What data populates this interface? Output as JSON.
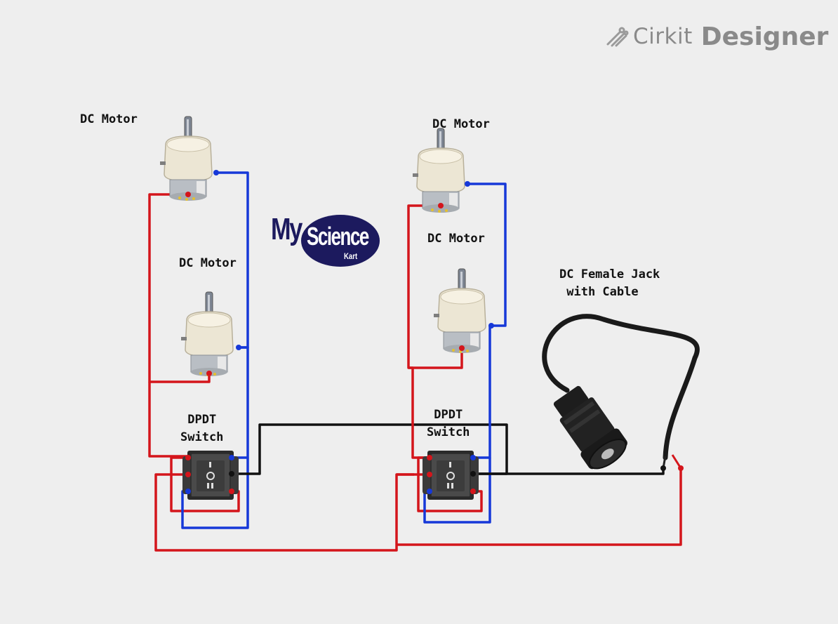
{
  "brand": {
    "name_light": "Cirkit",
    "name_bold": "Designer",
    "icon": "cirkit-logo-icon"
  },
  "logo": {
    "my": "My",
    "science": "Science",
    "kart": "Kart"
  },
  "labels": {
    "motor_top_left": "DC Motor",
    "motor_mid_left": "DC Motor",
    "motor_top_right": "DC Motor",
    "motor_mid_right": "DC Motor",
    "switch_left": "DPDT\nSwitch",
    "switch_right": "DPDT\nSwitch",
    "jack": "DC Female Jack\n with Cable"
  },
  "colors": {
    "wire_red": "#d4151b",
    "wire_blue": "#1638d8",
    "wire_black": "#111111",
    "background": "#eeeeee"
  },
  "components": [
    {
      "type": "dc-motor",
      "label_ref": "motor_top_left"
    },
    {
      "type": "dc-motor",
      "label_ref": "motor_mid_left"
    },
    {
      "type": "dc-motor",
      "label_ref": "motor_top_right"
    },
    {
      "type": "dc-motor",
      "label_ref": "motor_mid_right"
    },
    {
      "type": "dpdt-switch",
      "label_ref": "switch_left",
      "marks": "I O II"
    },
    {
      "type": "dpdt-switch",
      "label_ref": "switch_right",
      "marks": "I O II"
    },
    {
      "type": "dc-female-jack",
      "label_ref": "jack"
    }
  ]
}
